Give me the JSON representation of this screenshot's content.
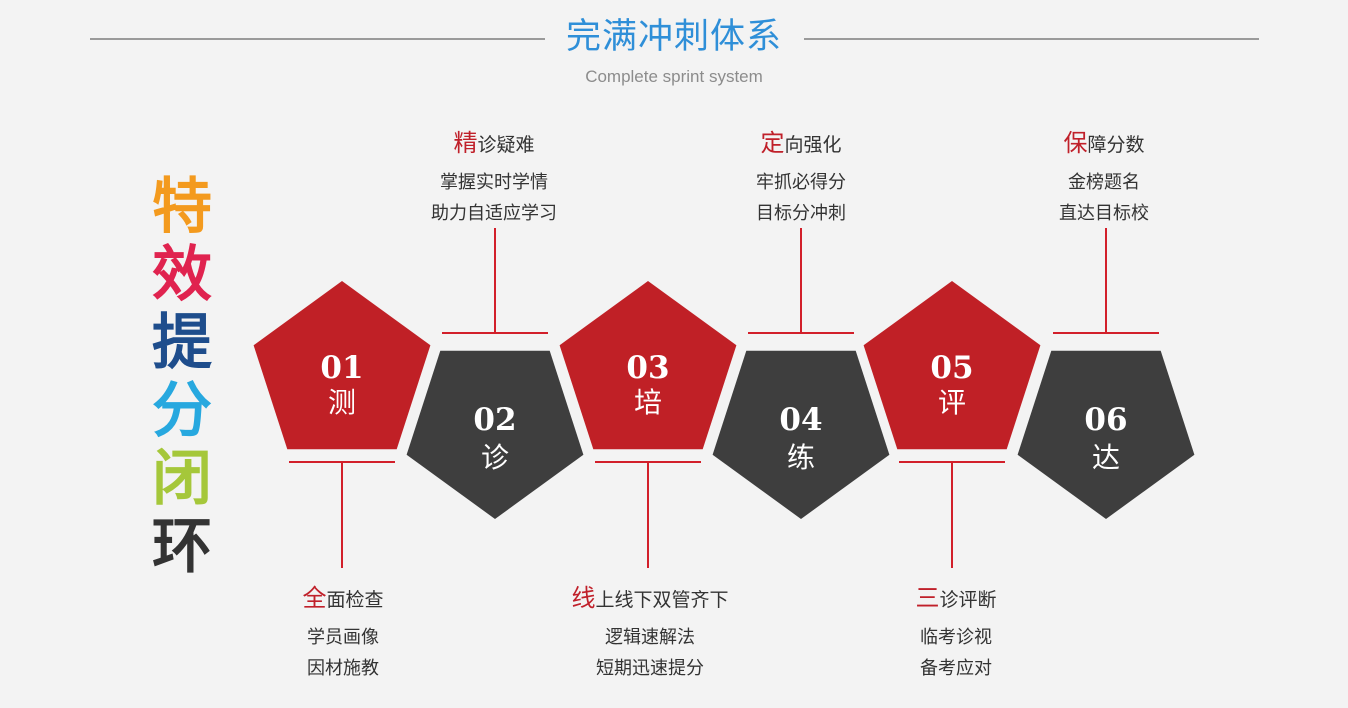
{
  "header": {
    "title": "完满冲刺体系",
    "subtitle": "Complete sprint system"
  },
  "vertical_title": {
    "chars": [
      "特",
      "效",
      "提",
      "分",
      "闭",
      "环"
    ],
    "colors": [
      "#f39a1e",
      "#e0234f",
      "#1e4d8c",
      "#27a8df",
      "#a5c73a",
      "#333333"
    ]
  },
  "colors": {
    "red": "#c02026",
    "dark": "#3e3e3e",
    "line": "#d21f2a"
  },
  "steps": [
    {
      "num": "01",
      "char": "测",
      "color": "red",
      "label": {
        "first": "全",
        "rest": "面检查",
        "lines": [
          "学员画像",
          "因材施教"
        ]
      }
    },
    {
      "num": "02",
      "char": "诊",
      "color": "dark",
      "label": {
        "first": "精",
        "rest": "诊疑难",
        "lines": [
          "掌握实时学情",
          "助力自适应学习"
        ]
      }
    },
    {
      "num": "03",
      "char": "培",
      "color": "red",
      "label": {
        "first": "线",
        "rest": "上线下双管齐下",
        "lines": [
          "逻辑速解法",
          "短期迅速提分"
        ]
      }
    },
    {
      "num": "04",
      "char": "练",
      "color": "dark",
      "label": {
        "first": "定",
        "rest": "向强化",
        "lines": [
          "牢抓必得分",
          "目标分冲刺"
        ]
      }
    },
    {
      "num": "05",
      "char": "评",
      "color": "red",
      "label": {
        "first": "三",
        "rest": "诊评断",
        "lines": [
          "临考诊视",
          "备考应对"
        ]
      }
    },
    {
      "num": "06",
      "char": "达",
      "color": "dark",
      "label": {
        "first": "保",
        "rest": "障分数",
        "lines": [
          "金榜题名",
          "直达目标校"
        ]
      }
    }
  ]
}
